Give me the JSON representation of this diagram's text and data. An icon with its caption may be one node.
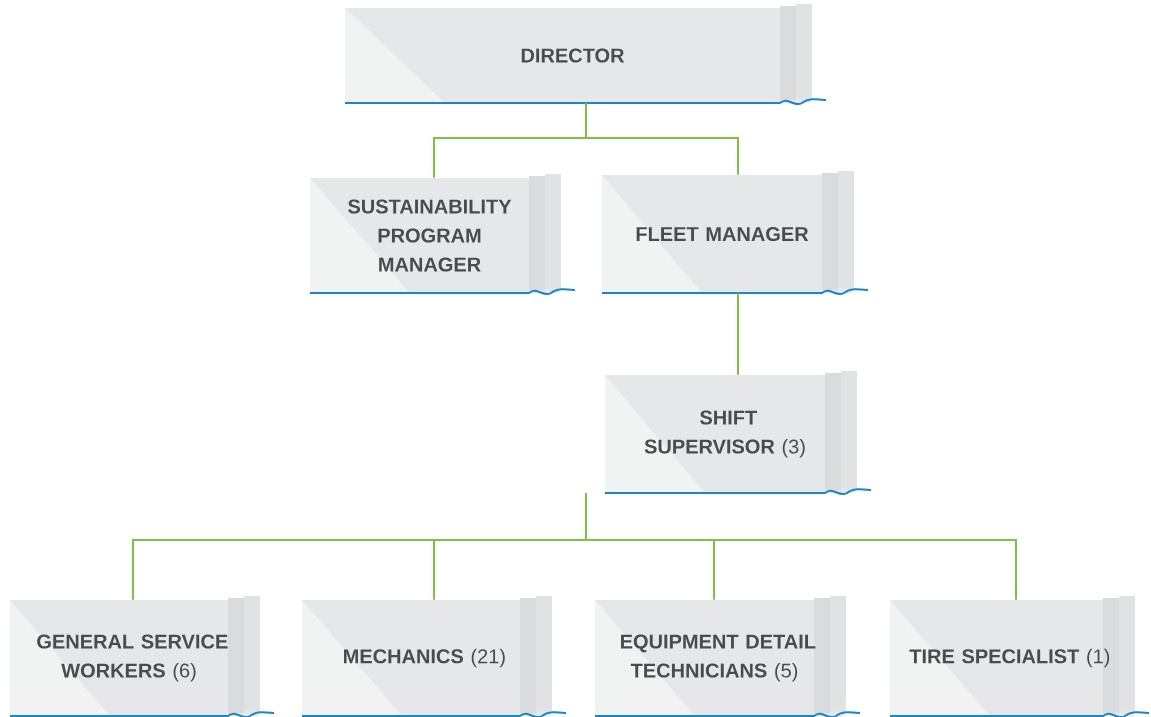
{
  "diagram": {
    "nodes": [
      {
        "text": [
          "DIRECTOR"
        ]
      },
      {
        "text": [
          "SUSTAINABILITY PROGRAM MANAGER"
        ]
      },
      {
        "text": [
          "FLEET MANAGER"
        ]
      },
      {
        "text": [
          "**SHIFT SUPERVISOR** (3)"
        ]
      },
      {
        "text": [
          "**GENERAL SERVICE WORKERS** (6)"
        ]
      },
      {
        "text": [
          "**MECHANICS** (21)"
        ]
      },
      {
        "text": [
          "**EQUIPMENT DETAIL TECHNICIANS** (5)"
        ]
      },
      {
        "text": [
          "**TIRE SPECIALIST** (1)"
        ]
      }
    ],
    "edges": [
      {
        "from": 0,
        "to": 1,
        "arrow": "none"
      },
      {
        "from": 0,
        "to": 2,
        "arrow": "none"
      },
      {
        "from": 2,
        "to": 3,
        "arrow": "none"
      },
      {
        "from": 3,
        "to": 4,
        "arrow": "none"
      },
      {
        "from": 3,
        "to": 5,
        "arrow": "none"
      },
      {
        "from": 3,
        "to": 6,
        "arrow": "none"
      },
      {
        "from": 3,
        "to": 7,
        "arrow": "none"
      }
    ]
  }
}
